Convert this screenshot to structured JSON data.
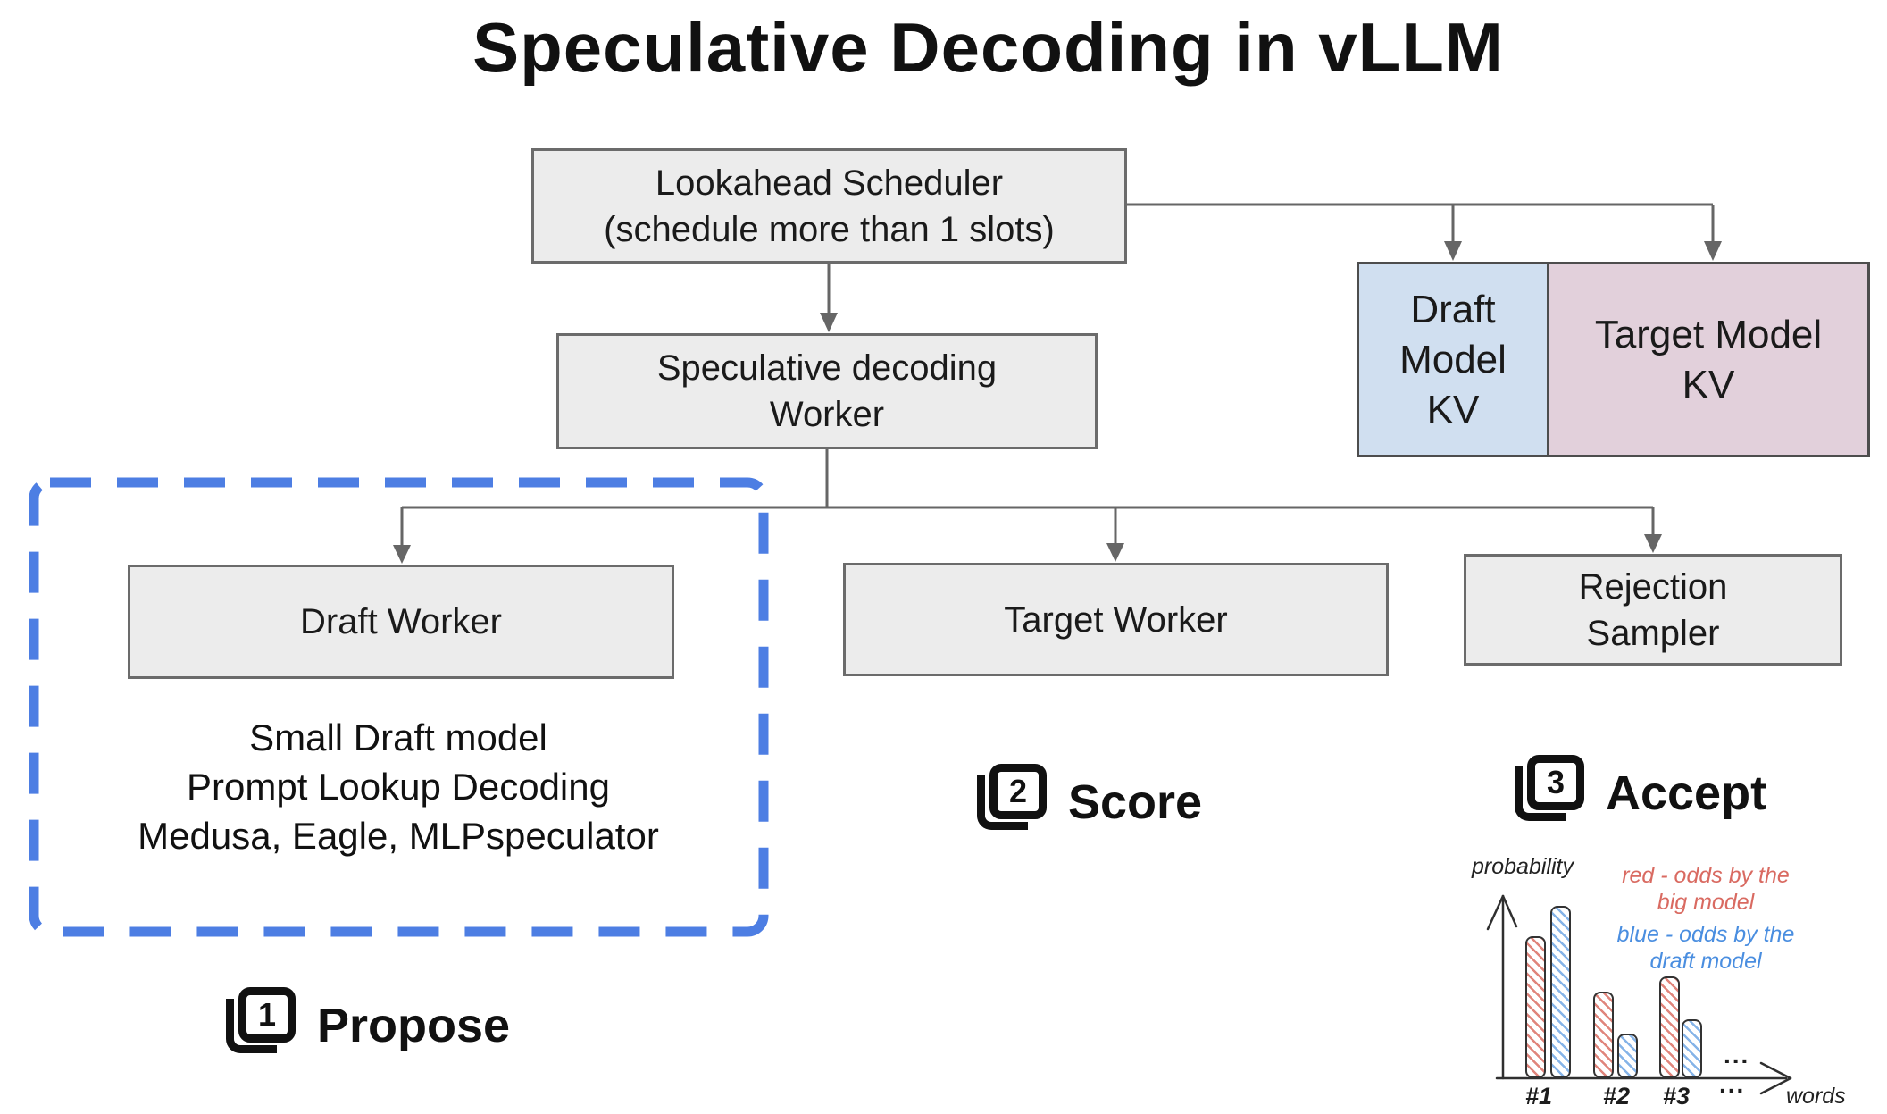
{
  "title": "Speculative Decoding in vLLM",
  "nodes": {
    "lookahead": {
      "line1": "Lookahead Scheduler",
      "line2": "(schedule more than 1 slots)"
    },
    "spec_worker": {
      "line1": "Speculative decoding",
      "line2": "Worker"
    },
    "draft_kv": {
      "line1": "Draft",
      "line2": "Model",
      "line3": "KV"
    },
    "target_kv": {
      "line1": "Target Model",
      "line2": "KV"
    },
    "draft_worker": {
      "label": "Draft Worker"
    },
    "target_worker": {
      "label": "Target Worker"
    },
    "rejection_sampler": {
      "line1": "Rejection",
      "line2": "Sampler"
    }
  },
  "draft_details": {
    "line1": "Small Draft model",
    "line2": "Prompt Lookup Decoding",
    "line3": "Medusa, Eagle, MLPspeculator"
  },
  "steps": [
    {
      "number": "1",
      "label": "Propose"
    },
    {
      "number": "2",
      "label": "Score"
    },
    {
      "number": "3",
      "label": "Accept"
    }
  ],
  "colors": {
    "box_fill": "#ececec",
    "box_border": "#6b6b6b",
    "draft_kv_fill": "#d0dff0",
    "target_kv_fill": "#e2d0db",
    "dashed_border": "#4d7ee3",
    "connector": "#666666",
    "chart_red": "#d96a61",
    "chart_blue": "#4a8ee0"
  },
  "chart_data": {
    "type": "bar",
    "title": "",
    "categories": [
      "#1",
      "#2",
      "#3"
    ],
    "series": [
      {
        "name": "red - odds by the big model",
        "color": "#d96a61",
        "values": [
          0.77,
          0.47,
          0.55
        ]
      },
      {
        "name": "blue - odds by the draft model",
        "color": "#4a8ee0",
        "values": [
          0.93,
          0.24,
          0.32
        ]
      }
    ],
    "xlabel": "words",
    "ylabel": "probability",
    "ylim": [
      0,
      1
    ],
    "grid": false,
    "legend_position": "top-right",
    "legend": {
      "red_line1": "red - odds by the",
      "red_line2": "big model",
      "blue_line1": "blue - odds by the",
      "blue_line2": "draft model"
    },
    "annotations": [
      "...",
      "..."
    ]
  }
}
